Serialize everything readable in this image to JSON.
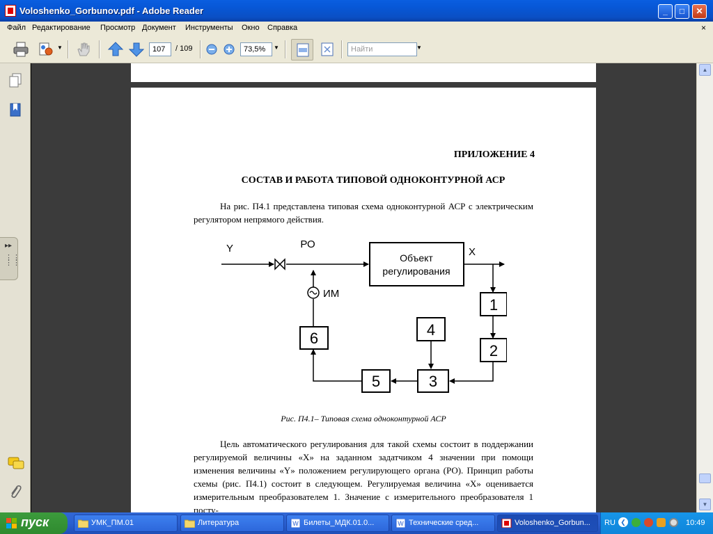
{
  "window": {
    "title": "Voloshenko_Gorbunov.pdf - Adobe Reader"
  },
  "menu": [
    "Файл",
    "Редактирование",
    "Просмотр",
    "Документ",
    "Инструменты",
    "Окно",
    "Справка"
  ],
  "menu_close": "×",
  "toolbar": {
    "page_current": "107",
    "page_total": "/ 109",
    "zoom": "73,5%",
    "search_placeholder": "Найти"
  },
  "page": {
    "appendix": "ПРИЛОЖЕНИЕ 4",
    "heading": "СОСТАВ И РАБОТА ТИПОВОЙ ОДНОКОНТУРНОЙ АСР",
    "para1": "На рис. П4.1 представлена типовая схема одноконтурной АСР с электрическим регулятором непрямого действия.",
    "diagram": {
      "label_y": "Y",
      "label_ro": "РО",
      "label_x": "X",
      "label_im": "ИМ",
      "object_line1": "Объект",
      "object_line2": "регулирования",
      "block1": "1",
      "block2": "2",
      "block3": "3",
      "block4": "4",
      "block5": "5",
      "block6": "6"
    },
    "caption": "Рис. П4.1– Типовая схема одноконтурной АСР",
    "para2": "Цель автоматического регулирования для такой схемы состоит в поддержании регулируемой величины «X» на заданном задатчиком 4 значении при помощи изменения величины «Y» положением регулирующего органа (РО). Принцип работы схемы (рис. П4.1) состоит в следующем. Регулируемая величина «X» оценивается измерительным преобразователем 1. Значение с измерительного преобразователя 1 посту-"
  },
  "taskbar": {
    "start": "пуск",
    "tasks": [
      "УМК_ПМ.01",
      "Литература",
      "Билеты_МДК.01.0...",
      "Технические сред...",
      "Voloshenko_Gorbun..."
    ],
    "lang": "RU",
    "clock": "10:49"
  },
  "colors": {
    "titlebar": "#0a5ee0",
    "taskbar": "#2a5fd0",
    "start": "#3c9b3c",
    "viewport": "#3b3b3b"
  }
}
